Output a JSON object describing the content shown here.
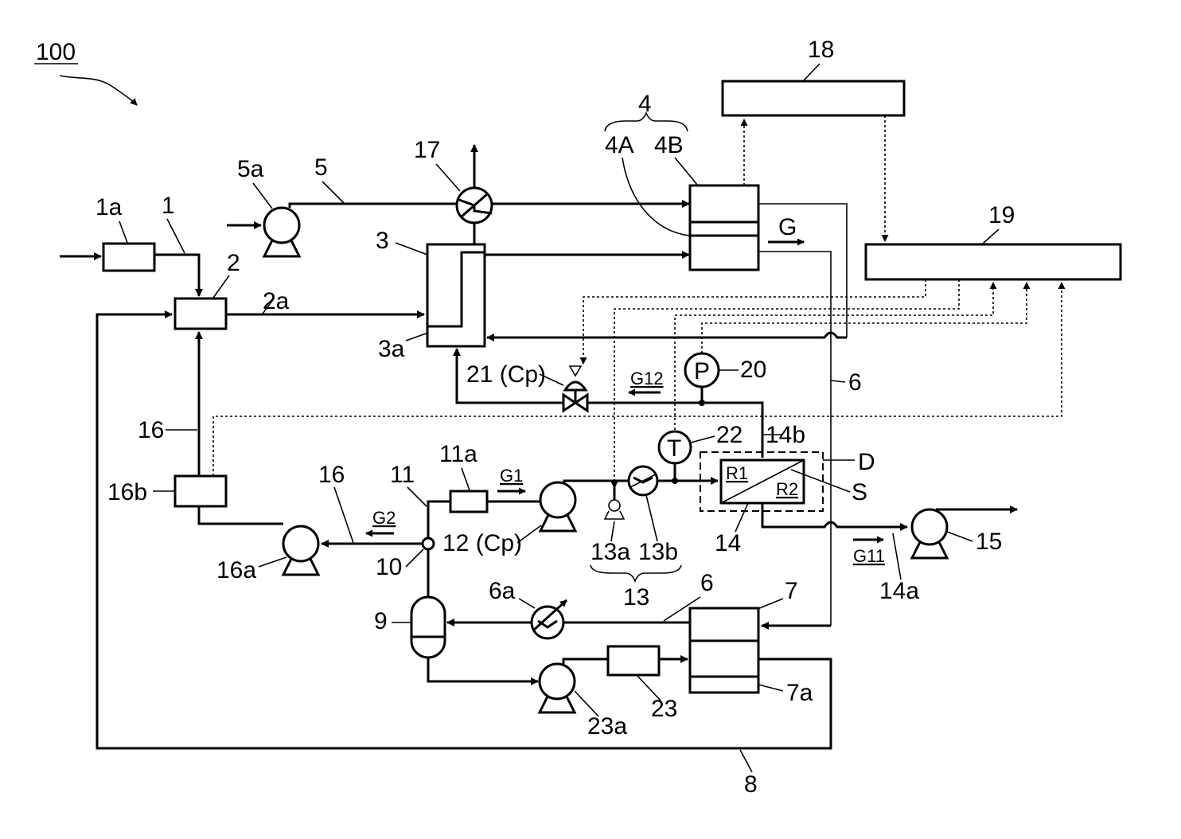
{
  "labels": {
    "system": "100",
    "line_1": "1",
    "comp_1a": "1a",
    "unit_2": "2",
    "line_2a": "2a",
    "unit_3": "3",
    "part_3a": "3a",
    "unit_4": "4",
    "part_4A": "4A",
    "part_4B": "4B",
    "line_5": "5",
    "pump_5a": "5a",
    "line_6": "6",
    "line_6b": "6",
    "heater_6a": "6a",
    "unit_7": "7",
    "part_7a": "7a",
    "line_8": "8",
    "tank_9": "9",
    "node_10": "10",
    "line_11": "11",
    "comp_11a": "11a",
    "line_12": "12 (Cp)",
    "group_13": "13",
    "pump_13a": "13a",
    "heater_13b": "13b",
    "unit_14": "14",
    "line_14a": "14a",
    "line_14b": "14b",
    "pump_15": "15",
    "line_16": "16",
    "line_16b_num": "16",
    "pump_16a": "16a",
    "comp_16b": "16b",
    "cooler_17": "17",
    "box_18": "18",
    "box_19": "19",
    "sensor_20": "20",
    "valve_21": "21 (Cp)",
    "sensor_22": "22",
    "line_23": "23",
    "pump_23a": "23a",
    "flow_G": "G",
    "flow_G1": "G1",
    "flow_G2": "G2",
    "flow_G11": "G11",
    "flow_G12": "G12",
    "region_R1": "R1",
    "region_R2": "R2",
    "membrane_S": "S",
    "dashed_D": "D",
    "p_symbol": "P",
    "t_symbol": "T"
  }
}
